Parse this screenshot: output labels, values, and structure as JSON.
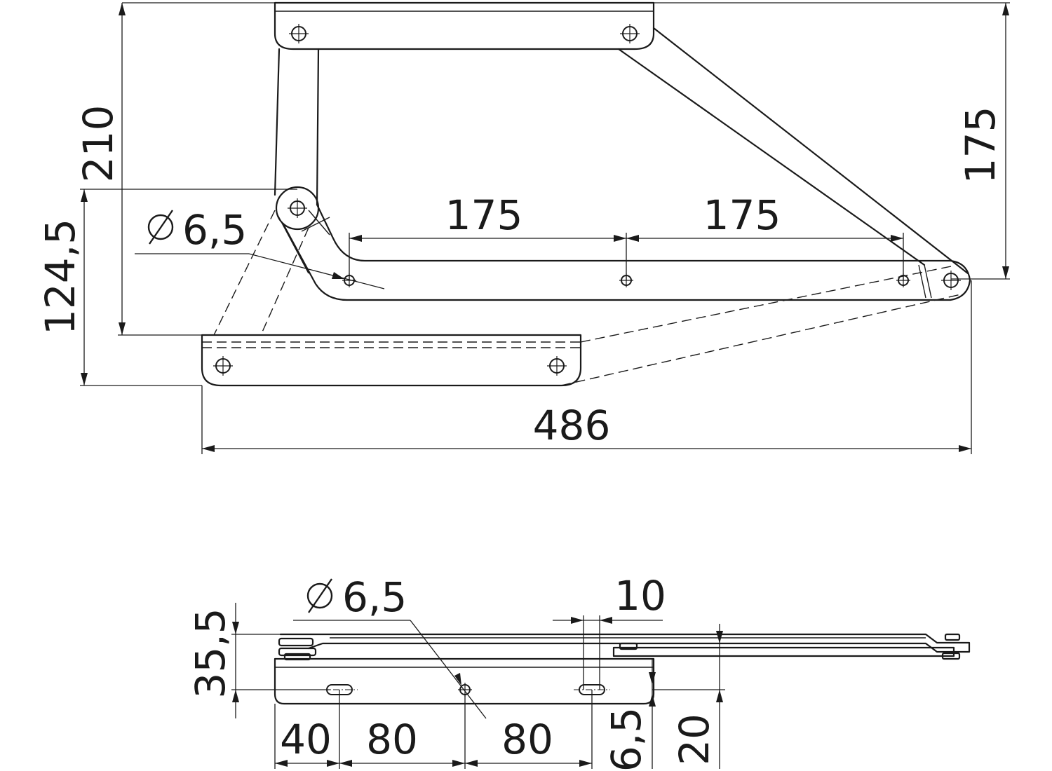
{
  "side_view": {
    "dim_height_total": "210",
    "dim_height_base": "124,5",
    "dim_height_right": "175",
    "dim_spacing_1": "175",
    "dim_spacing_2": "175",
    "dim_width_total": "486",
    "dim_hole_diameter_symbol": "⌀",
    "dim_hole_diameter": "6,5"
  },
  "top_view": {
    "dim_thickness_total": "35,5",
    "dim_hole_diameter_symbol": "⌀",
    "dim_hole_diameter": "6,5",
    "dim_slot_width": "10",
    "dim_offset_1": "40",
    "dim_spacing_1": "80",
    "dim_spacing_2": "80",
    "dim_slot_offset": "6,5",
    "dim_depth": "20"
  }
}
